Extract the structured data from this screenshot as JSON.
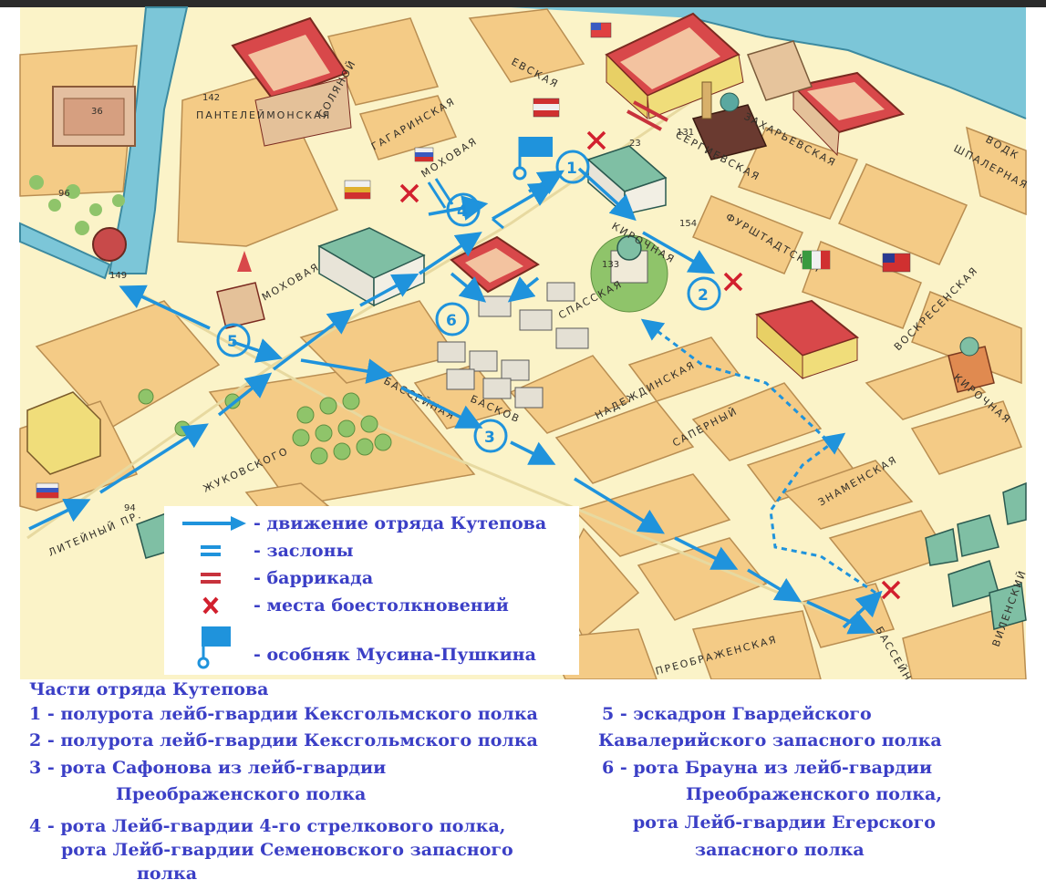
{
  "map": {
    "streets": {
      "liteyny": "ЛИТЕЙНЫЙ ПР.",
      "zhukovskogo": "ЖУКОВСКОГО",
      "basseynaya": "БАССЕЙНАЯ",
      "basseynaya2": "БАССЕЙНАЯ",
      "baskov": "БАСКОВ",
      "nadezhdinskaya": "НАДЕЖДИНСКАЯ",
      "sapernyy": "САПЕРНЫЙ",
      "znamenskaya": "ЗНАМЕНСКАЯ",
      "kirochnaya": "КИРОЧНАЯ",
      "kirochnaya2": "КИРОЧНАЯ",
      "furshtadtskaya": "ФУРШТАДТСКАЯ",
      "voskresenskaya": "ВОСКРЕСЕНСКАЯ",
      "sergievskaya": "СЕРГИЕВСКАЯ",
      "zakharyevskaya": "ЗАХАРЬЕВСКАЯ",
      "shpalernaya": "ШПАЛЕРНАЯ",
      "mokhovaya": "МОХОВАЯ",
      "mokhovaya2": "МОХОВАЯ",
      "gagarinskaya": "ГАГАРИНСКАЯ",
      "panteleymonskaya": "ПАНТЕЛЕЙМОНСКАЯ",
      "solyanoy": "СОЛЯНОЙ",
      "spasskaya": "СПАССКАЯ",
      "preobrazhenskaya": "ПРЕОБРАЖЕНСКАЯ",
      "vilenskiy": "ВИЛЕНСКИЙ",
      "vodk": "ВОДК",
      "lane_top": "ЕВСКАЯ"
    },
    "building_numbers": [
      "142",
      "96",
      "36",
      "149",
      "94",
      "131",
      "23",
      "154",
      "133"
    ],
    "unit_markers": [
      "1",
      "2",
      "3",
      "4",
      "5",
      "6"
    ],
    "colors": {
      "route": "#1f93dc",
      "barricade": "#c8323c",
      "clash": "#d2202e",
      "legend_text": "#3b3fc6",
      "block": "#f4cb86",
      "street": "#fbf3c8",
      "canal": "#7cc6d8",
      "park": "#8fc46a",
      "roof_red": "#d8484a",
      "roof_green": "#7fbfa4"
    }
  },
  "legend": {
    "items": [
      {
        "symbol": "arrow-icon",
        "label": "- движение отряда Кутепова"
      },
      {
        "symbol": "double-line-blue-icon",
        "label": "- заслоны"
      },
      {
        "symbol": "double-line-red-icon",
        "label": "- баррикада"
      },
      {
        "symbol": "cross-icon",
        "label": "- места боестолкновений"
      },
      {
        "symbol": "flag-icon",
        "label": "- особняк Мусина-Пушкина"
      }
    ]
  },
  "units": {
    "title": "Части отряда Кутепова",
    "left": [
      "1 - полурота лейб-гвардии Кексгольмского полка",
      "2 - полурота лейб-гвардии Кексгольмского полка",
      "3 - рота Сафонова из лейб-гвардии",
      "Преображенского полка",
      "4 - рота Лейб-гвардии 4-го стрелкового полка,",
      "рота Лейб-гвардии Семеновского запасного",
      "полка"
    ],
    "right": [
      "5 - эскадрон Гвардейского",
      "Кавалерийского запасного полка",
      "6 - рота Брауна из лейб-гвардии",
      "Преображенского полка,",
      "рота Лейб-гвардии Егерского",
      "запасного полка"
    ]
  }
}
